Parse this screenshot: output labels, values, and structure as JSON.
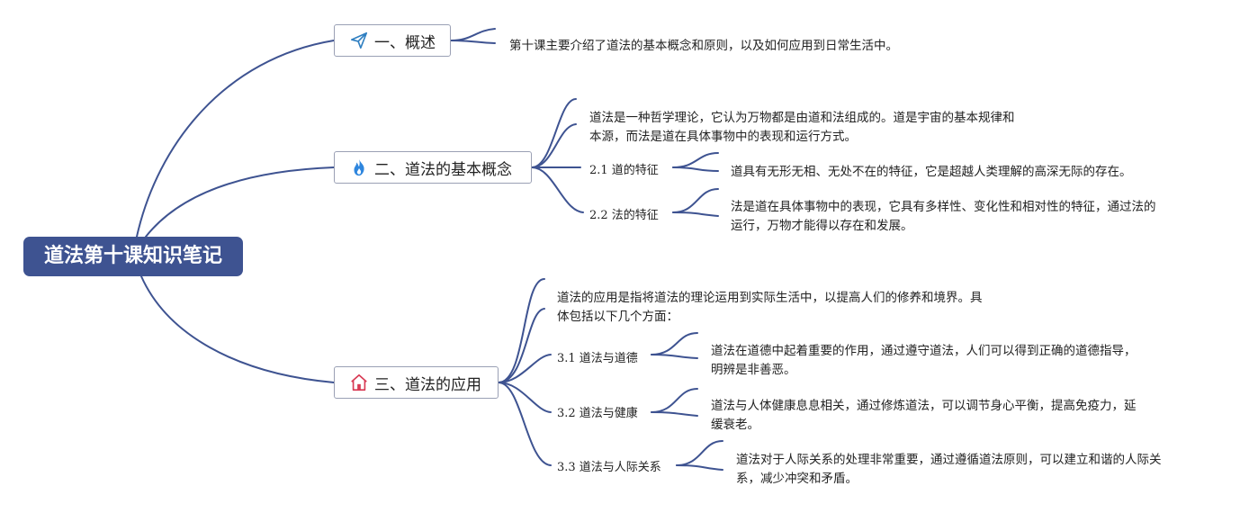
{
  "root": {
    "title": "道法第十课知识笔记"
  },
  "branches": [
    {
      "label": "一、概述",
      "icon": "paper-plane-icon",
      "icon_color": "#2f7fc1",
      "text": "第十课主要介绍了道法的基本概念和原则，以及如何应用到日常生活中。"
    },
    {
      "label": "二、道法的基本概念",
      "icon": "flame-icon",
      "icon_color": "#2e86de",
      "text_lines": [
        "道法是一种哲学理论，它认为万物都是由道和法组成的。道是宇宙的基本规律和",
        "本源，而法是道在具体事物中的表现和运行方式。"
      ],
      "subs": [
        {
          "label": "2.1 道的特征",
          "lines": [
            "道具有无形无相、无处不在的特征，它是超越人类理解的高深无际的存在。"
          ]
        },
        {
          "label": "2.2 法的特征",
          "lines": [
            "法是道在具体事物中的表现，它具有多样性、变化性和相对性的特征，通过法的",
            "运行，万物才能得以存在和发展。"
          ]
        }
      ]
    },
    {
      "label": "三、道法的应用",
      "icon": "house-icon",
      "icon_color": "#d83a54",
      "text_lines": [
        "道法的应用是指将道法的理论运用到实际生活中，以提高人们的修养和境界。具",
        "体包括以下几个方面："
      ],
      "subs": [
        {
          "label": "3.1 道法与道德",
          "lines": [
            "道法在道德中起着重要的作用，通过遵守道法，人们可以得到正确的道德指导，",
            "明辨是非善恶。"
          ]
        },
        {
          "label": "3.2 道法与健康",
          "lines": [
            "道法与人体健康息息相关，通过修炼道法，可以调节身心平衡，提高免疫力，延",
            "缓衰老。"
          ]
        },
        {
          "label": "3.3 道法与人际关系",
          "lines": [
            "道法对于人际关系的处理非常重要，通过遵循道法原则，可以建立和谐的人际关",
            "系，减少冲突和矛盾。"
          ]
        }
      ]
    }
  ]
}
